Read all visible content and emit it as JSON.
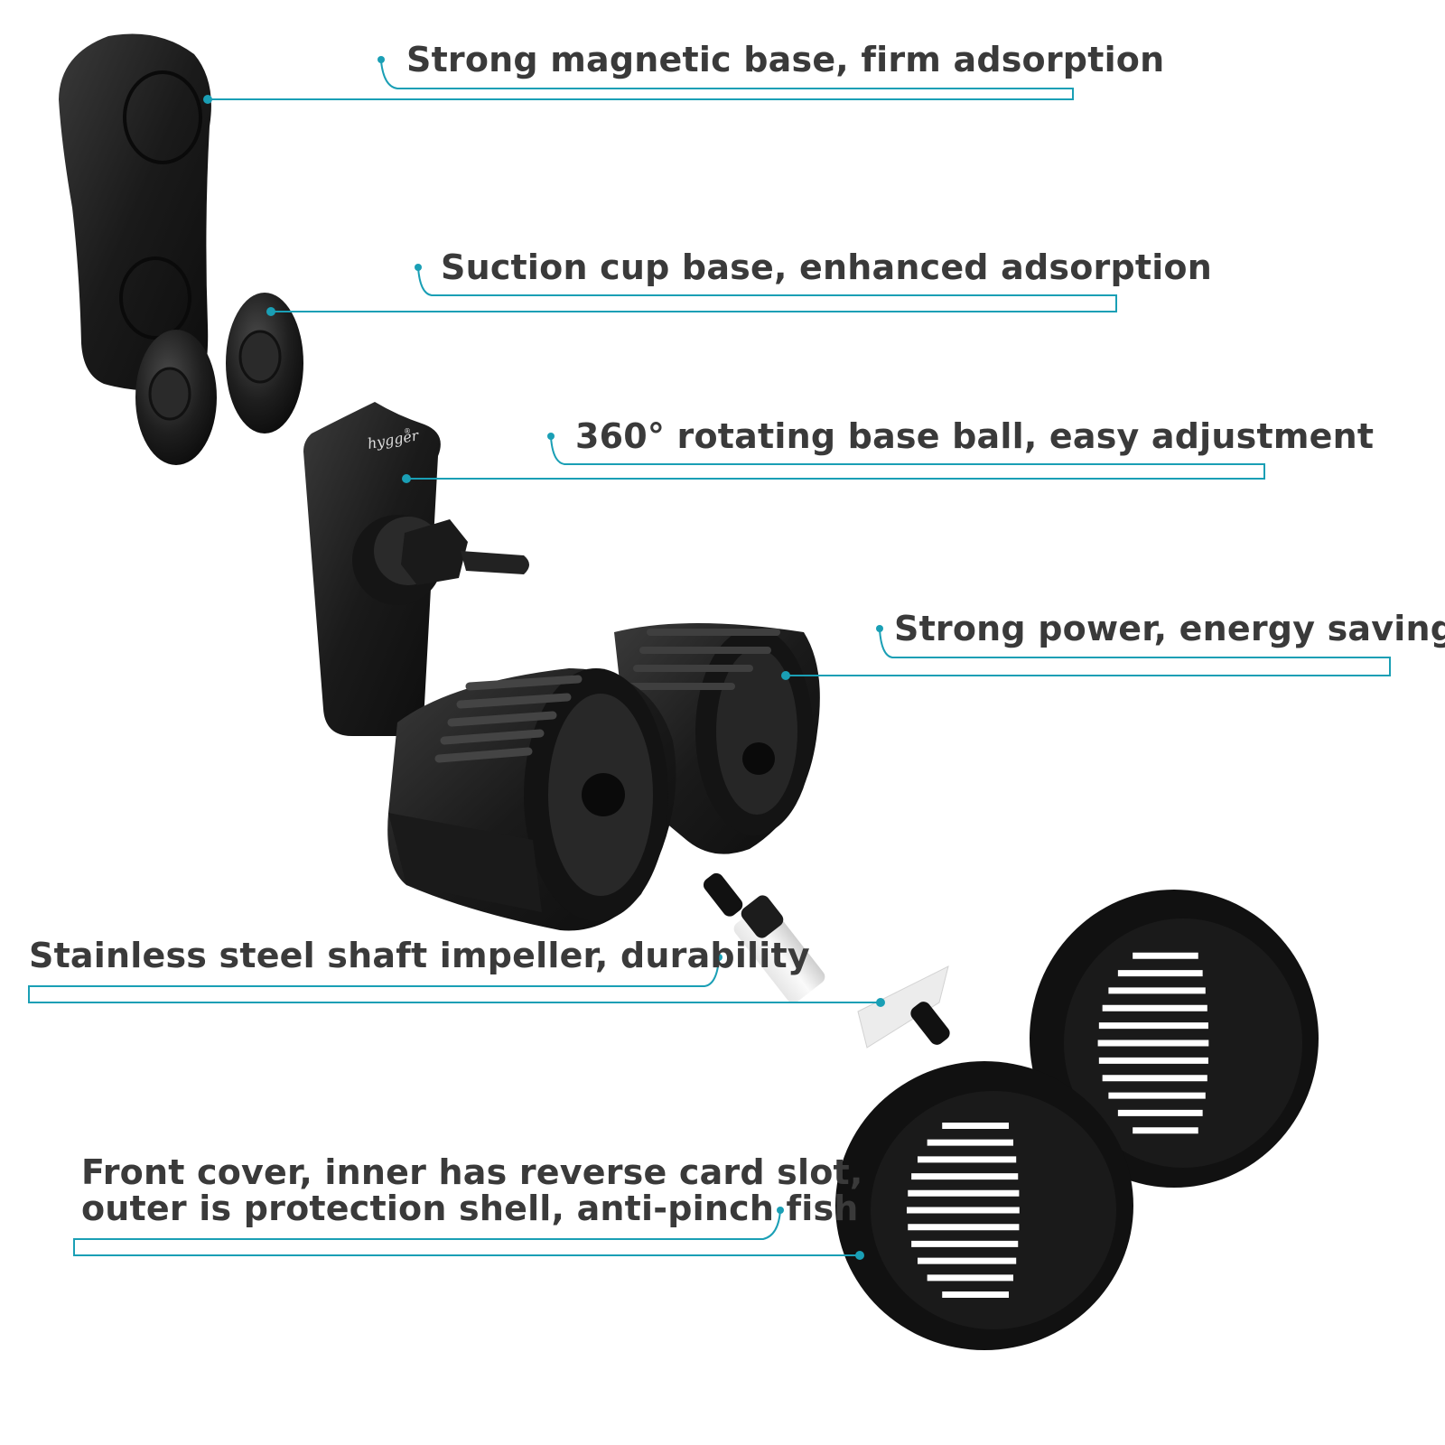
{
  "accent_color": "#1a9fb5",
  "parts_color": "#1c1c1c",
  "callouts": [
    {
      "id": "magnetic-base",
      "text": "Strong magnetic base, firm adsorption"
    },
    {
      "id": "suction-cup",
      "text": "Suction cup base, enhanced adsorption"
    },
    {
      "id": "rotating-ball",
      "text": "360° rotating base ball, easy adjustment"
    },
    {
      "id": "power",
      "text": "Strong power, energy saving"
    },
    {
      "id": "impeller",
      "text": "Stainless steel shaft impeller, durability"
    },
    {
      "id": "front-cover",
      "lines": [
        "Front cover, inner has reverse card slot,",
        "outer is protection shell, anti-pinch fish"
      ]
    }
  ],
  "brand_logo": {
    "text": "hygger",
    "mark": "®"
  }
}
